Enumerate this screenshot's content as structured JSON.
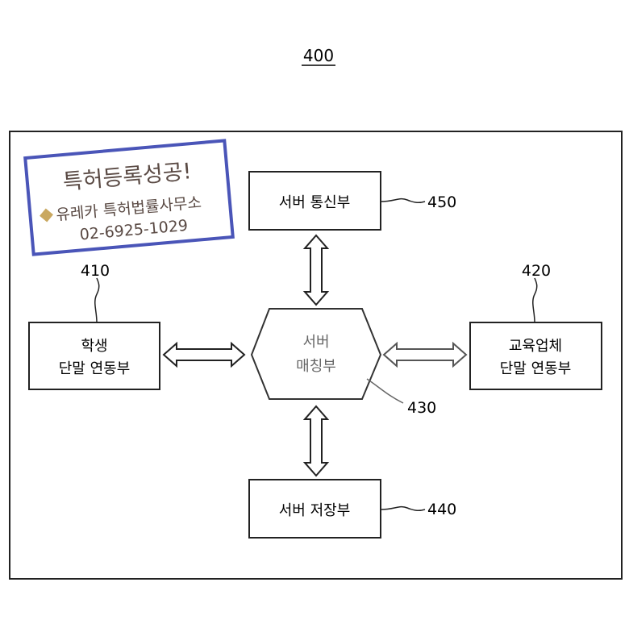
{
  "figure_number": "400",
  "blocks": {
    "server_comm": {
      "label": "서버 통신부",
      "ref": "450"
    },
    "student": {
      "line1": "학생",
      "line2": "단말 연동부",
      "ref": "410"
    },
    "edu": {
      "line1": "교육업체",
      "line2": "단말 연동부",
      "ref": "420"
    },
    "matching": {
      "line1": "서버",
      "line2": "매칭부",
      "ref": "430"
    },
    "storage": {
      "label": "서버 저장부",
      "ref": "440"
    }
  },
  "stamp": {
    "headline": "특허등록성공!",
    "office": "유레카 특허법률사무소",
    "phone": "02-6925-1029",
    "border_color": "#4a55b8",
    "text_color": "#5a4a44"
  }
}
